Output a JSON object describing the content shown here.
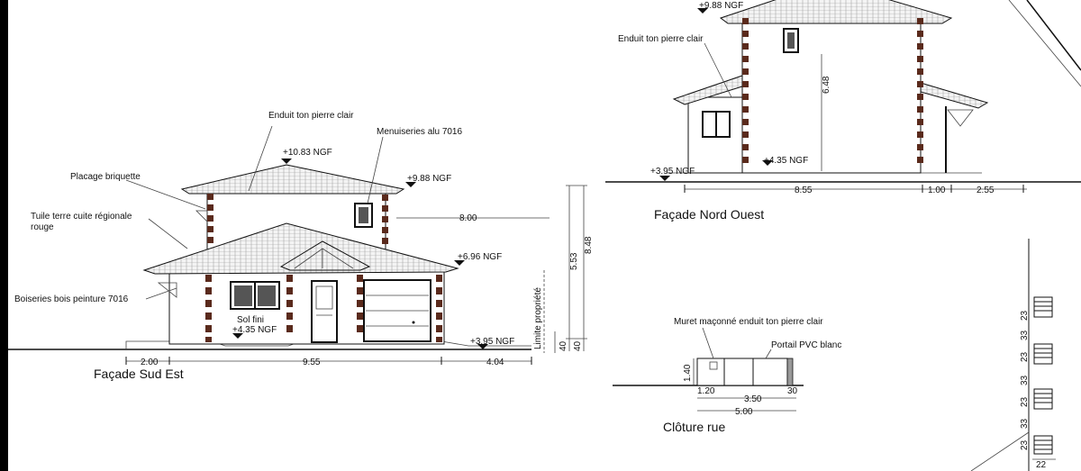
{
  "facade_sud_est": {
    "title": "Façade Sud Est",
    "labels": {
      "enduit": "Enduit ton pierre clair",
      "menuiseries": "Menuiseries alu 7016",
      "placage": "Placage briquette",
      "tuile_l1": "Tuile terre cuite régionale",
      "tuile_l2": "rouge",
      "boiseries": "Boiseries bois peinture 7016",
      "sol_fini": "Sol fini",
      "limite": "Limite propriété"
    },
    "levels": {
      "top": "+10.83  NGF",
      "eave_high": "+9.88 NGF",
      "eave_low": "+6.96 NGF",
      "floor": "+4.35 NGF",
      "ground": "+3.95 NGF"
    },
    "dims": {
      "left": "2.00",
      "mid": "9.55",
      "right": "4.04",
      "h800": "8.00",
      "v553": "5.53",
      "v848": "8.48",
      "v40a": "40",
      "v40b": "40"
    }
  },
  "facade_nord_ouest": {
    "title": "Façade Nord Ouest",
    "labels": {
      "enduit": "Enduit ton pierre clair"
    },
    "levels": {
      "top": "+9.88 NGF",
      "floor": "+4.35 NGF",
      "ground": "+3.95 NGF"
    },
    "dims": {
      "d855": "8.55",
      "d100": "1.00",
      "d255": "2.55",
      "v648": "6.48"
    }
  },
  "cloture_rue": {
    "title": "Clôture rue",
    "labels": {
      "muret": "Muret maçonné enduit ton pierre clair",
      "portail": "Portail PVC blanc"
    },
    "dims": {
      "h140": "1.40",
      "d120": "1.20",
      "d350": "3.50",
      "d30": "30",
      "d500": "5.00"
    }
  },
  "detail_mur": {
    "dims": {
      "v23a": "23",
      "v33a": "33",
      "v23b": "23",
      "v33b": "33",
      "v23c": "23",
      "v33c": "33",
      "v23d": "23",
      "h22": "22"
    }
  }
}
